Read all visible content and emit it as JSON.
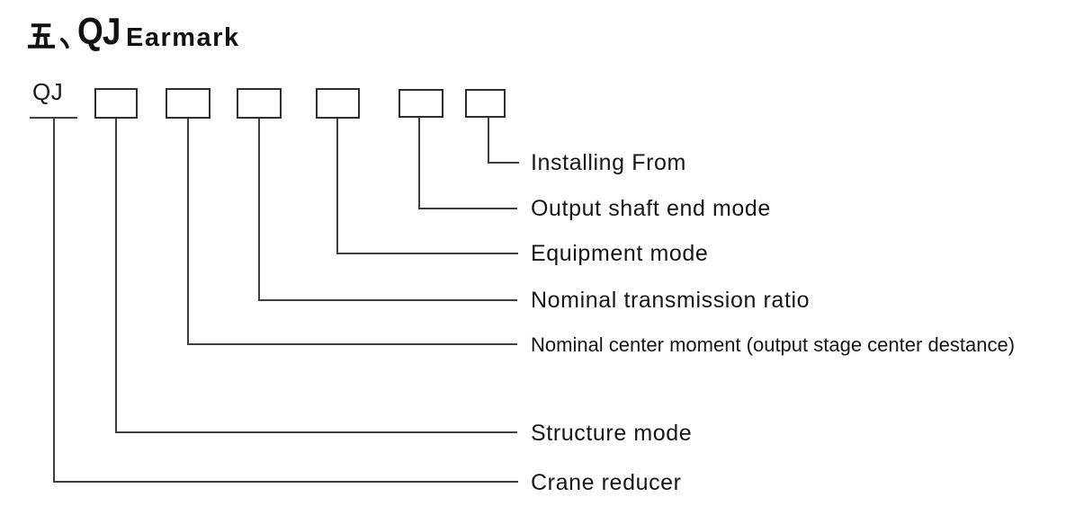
{
  "title": {
    "section_number": "五、",
    "code": "QJ",
    "word": "Earmark"
  },
  "diagram": {
    "model_code": "QJ",
    "box_count": 6,
    "labels": [
      "Installing From",
      "Output shaft end mode",
      "Equipment mode",
      "Nominal transmission ratio",
      "Nominal center moment (output stage center destance)",
      "Structure mode",
      "Crane reducer"
    ],
    "colors": {
      "line": "#3f3f3f",
      "box_border": "#2e2e2e",
      "text": "#161616",
      "background": "#ffffff"
    }
  }
}
